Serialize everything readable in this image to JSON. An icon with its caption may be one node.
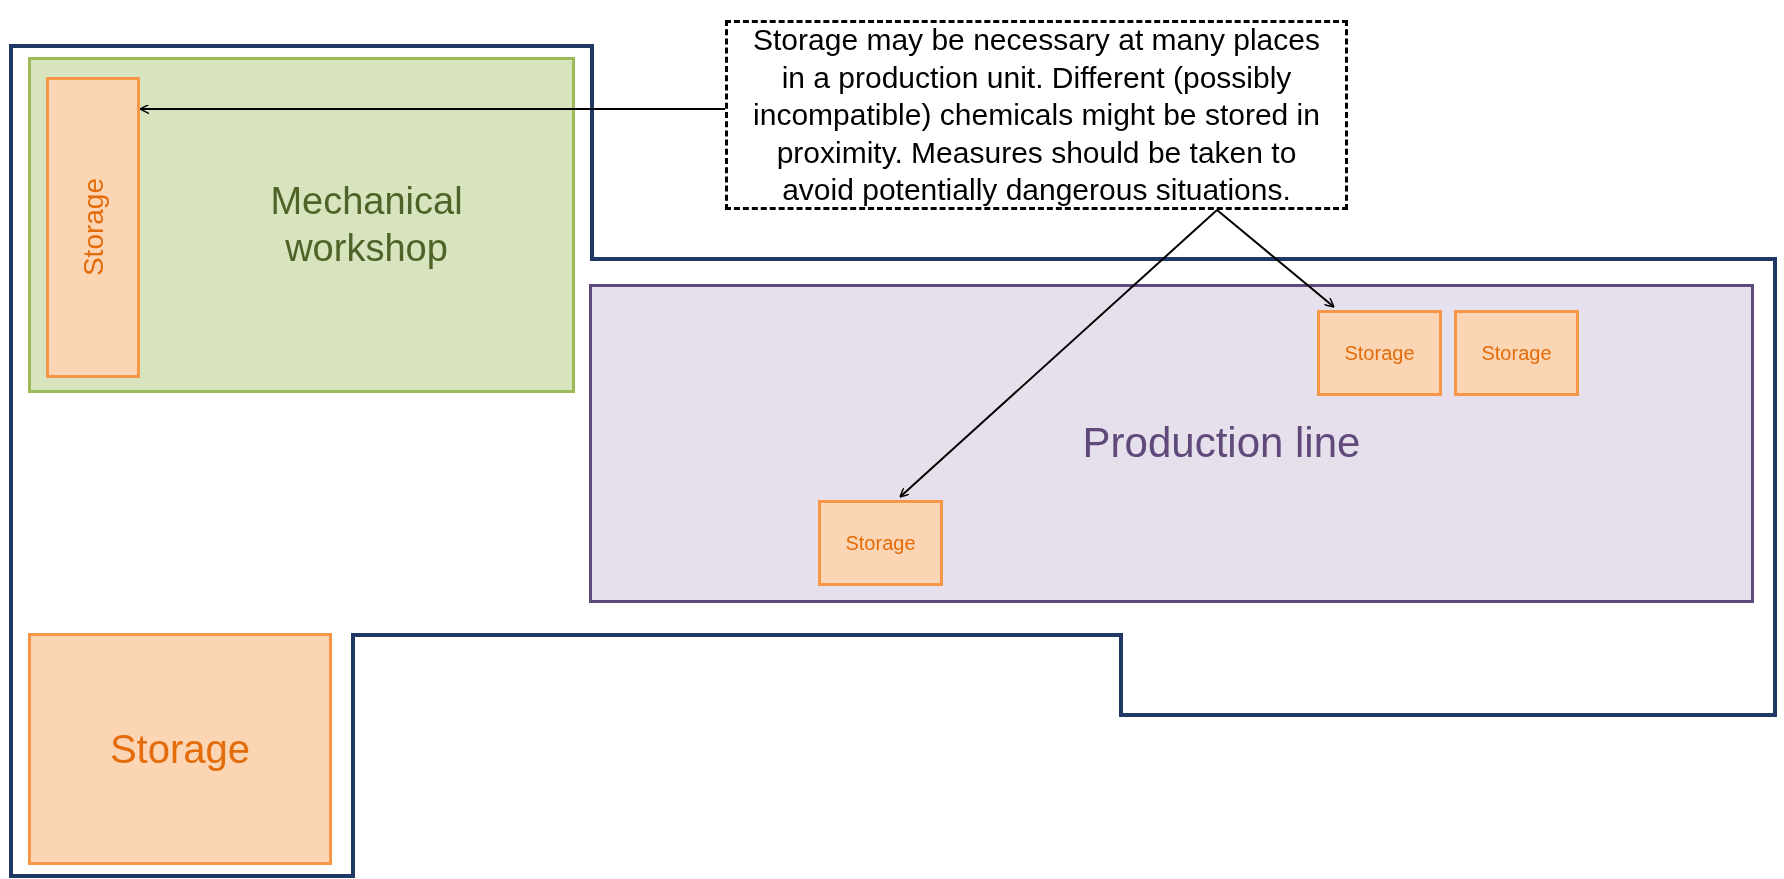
{
  "diagram": {
    "nodes": [
      {
        "text": [
          "Mechanical workshop"
        ]
      },
      {
        "text": [
          "Storage"
        ],
        "in": 0
      },
      {
        "text": [
          "Storage may be necessary at many places in a production unit. Different (possibly incompatible) chemicals might be stored in proximity. Measures should be taken to avoid potentially dangerous situations."
        ]
      },
      {
        "text": [
          "Production line"
        ]
      },
      {
        "text": [
          "Storage"
        ],
        "in": 3
      },
      {
        "text": [
          "Storage"
        ],
        "in": 3
      },
      {
        "text": [
          "Storage"
        ],
        "in": 3
      },
      {
        "text": [
          "Storage"
        ]
      }
    ],
    "edges": [
      {
        "from": 2,
        "to": 1,
        "arrow": "to"
      },
      {
        "from": 2,
        "to": 4,
        "arrow": "to"
      },
      {
        "from": 2,
        "to": 6,
        "arrow": "to"
      }
    ]
  }
}
